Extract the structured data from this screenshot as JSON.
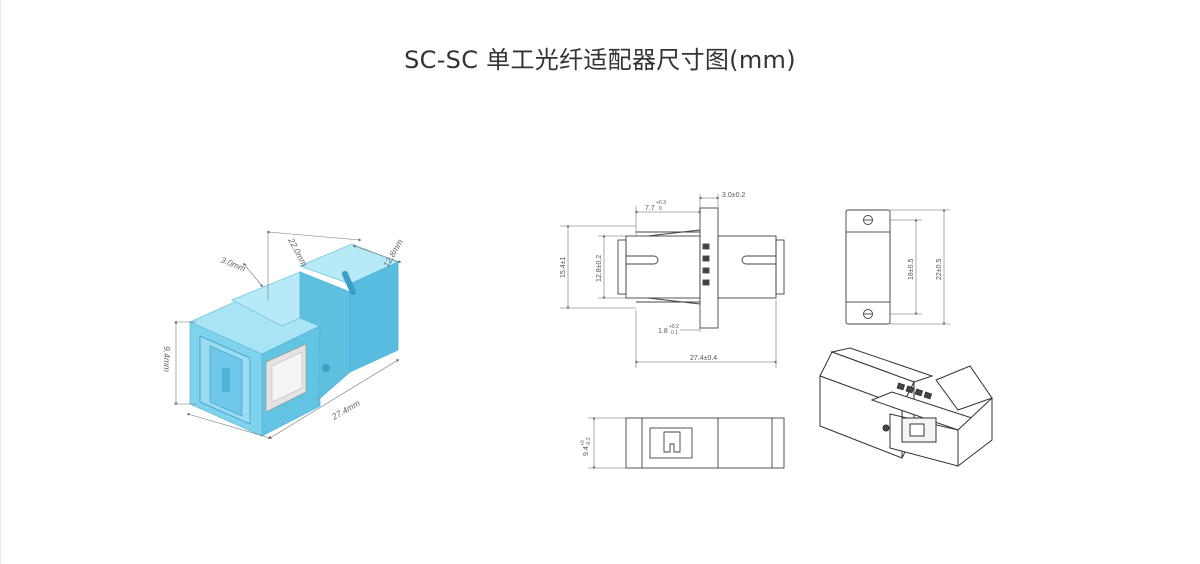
{
  "title": "SC-SC 单工光纤适配器尺寸图(mm)",
  "colors": {
    "adapter_body": "#7fd3ec",
    "adapter_shade": "#55bedf",
    "line": "#444444",
    "dimension_line": "#666666"
  },
  "photo_dimensions": {
    "top_length": "22.0mm",
    "flange": "3.0mm",
    "width": "12.8mm",
    "height": "9.4mm",
    "length": "27.4mm"
  },
  "front_view": {
    "top_width": "7.7",
    "top_tol_upper": "+0.3",
    "top_tol_lower": "0",
    "flange_thickness": "3.0±0.2",
    "outer_height": "15.4±1",
    "inner_height": "12.8±0.2",
    "gap": "1.8",
    "gap_tol_upper": "+0.2",
    "gap_tol_lower": "0.1",
    "total_length": "27.4±0.4"
  },
  "side_view": {
    "hole_spacing": "18±0.5",
    "height": "22±0.5"
  },
  "bottom_view": {
    "height": "9.4",
    "tol_upper": "+0",
    "tol_lower": "-0.2"
  }
}
